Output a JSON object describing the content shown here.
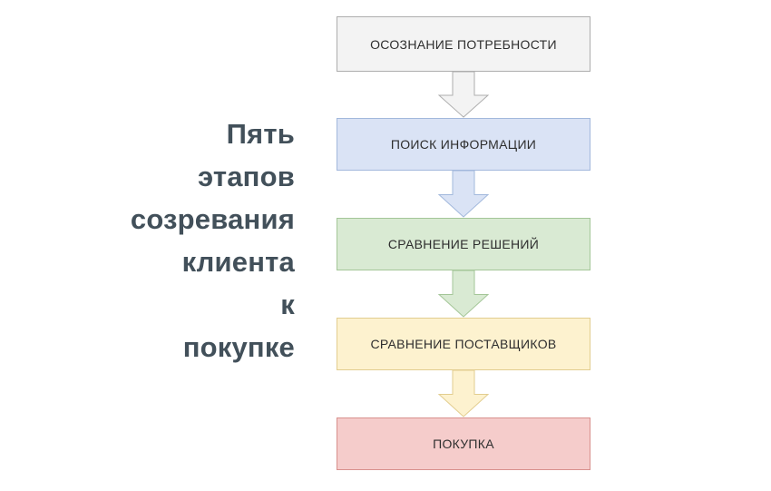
{
  "page": {
    "background": "#ffffff"
  },
  "title": {
    "full": "Пять этапов созревания клиента к покупке",
    "lines": [
      "Пять",
      "этапов",
      "созревания",
      "клиента",
      "к",
      "покупке"
    ],
    "color": "#42505a"
  },
  "diagram": {
    "type": "flowchart",
    "direction": "top-down",
    "stages": [
      {
        "label": "ОСОЗНАНИЕ ПОТРЕБНОСТИ",
        "bg": "#f3f3f3",
        "border": "#adadad"
      },
      {
        "label": "ПОИСК ИНФОРМАЦИИ",
        "bg": "#dae3f5",
        "border": "#a2b8dc"
      },
      {
        "label": "СРАВНЕНИЕ РЕШЕНИЙ",
        "bg": "#d9ead3",
        "border": "#a4c698"
      },
      {
        "label": "СРАВНЕНИЕ ПОСТАВЩИКОВ",
        "bg": "#fdf2cf",
        "border": "#e2cd8f"
      },
      {
        "label": "ПОКУПКА",
        "bg": "#f5cccb",
        "border": "#d8908d"
      }
    ],
    "connectors": [
      {
        "from": 0,
        "to": 1
      },
      {
        "from": 1,
        "to": 2
      },
      {
        "from": 2,
        "to": 3
      },
      {
        "from": 3,
        "to": 4
      }
    ]
  }
}
